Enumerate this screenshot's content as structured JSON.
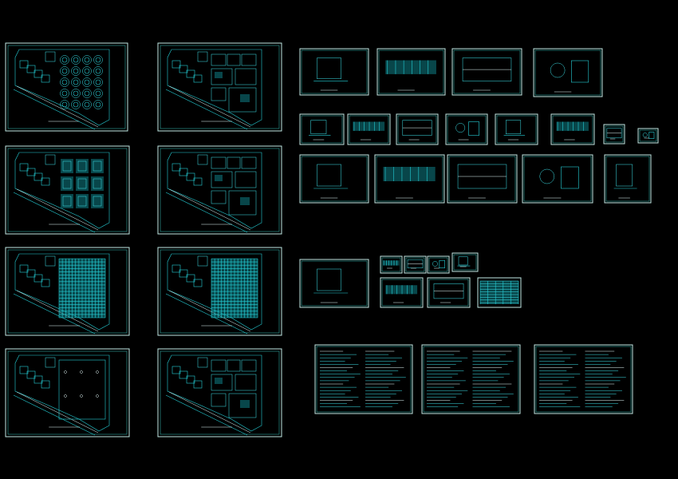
{
  "page": {
    "background": "#000000"
  },
  "colors": {
    "frame": "#bfe9e4",
    "line": "#25d0d8",
    "fill": "#0f7f86",
    "accent": "#3ee6ee",
    "white": "#e8ffff"
  },
  "plans": [
    {
      "name": "plan-1f-ceiling-circles",
      "pattern": "circles"
    },
    {
      "name": "plan-1f-furniture",
      "pattern": "rooms"
    },
    {
      "name": "plan-2f-ceiling-grid",
      "pattern": "squares"
    },
    {
      "name": "plan-2f-furniture",
      "pattern": "rooms"
    },
    {
      "name": "plan-floor-tile-a",
      "pattern": "tiles"
    },
    {
      "name": "plan-floor-tile-b",
      "pattern": "tiles"
    },
    {
      "name": "plan-lighting-a",
      "pattern": "sparse"
    },
    {
      "name": "plan-lighting-b",
      "pattern": "rooms"
    }
  ],
  "detail_sheets": [
    {
      "name": "detail-row1",
      "count": 4
    },
    {
      "name": "detail-row2",
      "count": 8
    },
    {
      "name": "detail-row3",
      "count": 5
    },
    {
      "name": "detail-cluster",
      "count": 8
    }
  ],
  "notes_sheets": [
    {
      "name": "design-notes-1"
    },
    {
      "name": "design-notes-2"
    },
    {
      "name": "design-notes-3"
    }
  ]
}
